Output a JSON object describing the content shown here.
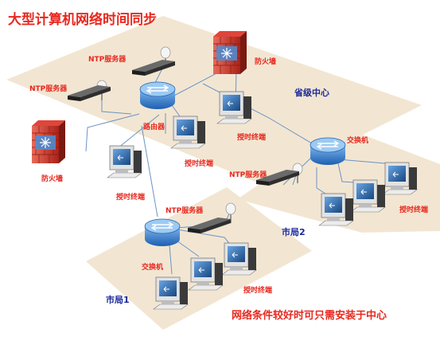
{
  "title": "大型计算机网络时间同步",
  "note": "网络条件较好时可只需安装于中心",
  "labels": {
    "ntp_server": "NTP服务器",
    "firewall": "防火墙",
    "router": "路由器",
    "switch": "交换机",
    "client": "授时终端",
    "provincial_center": "省级中心",
    "bureau_1": "市局1",
    "bureau_2": "市局2"
  },
  "colors": {
    "zone": "#f2e6d2",
    "label_red": "#e8281e",
    "label_blue": "#1c2a9a",
    "device_blue": "#2c74c8",
    "firewall_red": "#cf3b32",
    "link": "#6c94c4"
  }
}
